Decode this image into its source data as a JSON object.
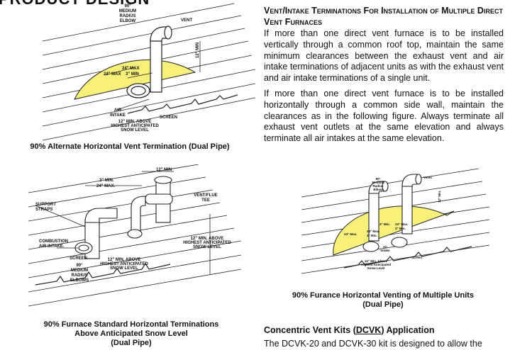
{
  "header_fragment": "PRODUCT DESIGN",
  "section": {
    "title": "Vent/Intake Terminations For Installation of Multiple Direct Vent Furnaces",
    "paragraph1": "If more than one direct vent furnace is to be installed vertically through a common roof top, maintain the same minimum clearances between the exhaust vent and air intake terminations of adjacent units as with the exhaust vent and air intake terminations of a single unit.",
    "paragraph2": "If more than one direct vent furnace is to be installed horizontally through a common side wall, maintain the clearances as in the following figure. Always terminate all exhaust vent outlets at the same elevation and always terminate all air intakes at the same elevation."
  },
  "figure1": {
    "caption": "90% Alternate Horizontal Vent Termination (Dual Pipe)",
    "labels": {
      "elbow": [
        "90°",
        "MEDIUM",
        "RADIUS",
        "ELBOW"
      ],
      "vent": "VENT",
      "min12": "12\" MIN",
      "max24": "24\" MAX",
      "max24b": "24\" MAX",
      "min3": "3\" MIN",
      "air_intake": [
        "AIR",
        "INTAKE"
      ],
      "screen": "SCREEN",
      "snow": [
        "12\" MIN. ABOVE",
        "HIGHEST ANTICIPATED",
        "SNOW LEVEL"
      ]
    }
  },
  "figure2": {
    "caption_line1": "90% Furnace Standard Horizontal Terminations",
    "caption_line2": "Above Anticipated Snow Level",
    "caption_line3": "(Dual Pipe)",
    "labels": {
      "min12": "12\" MIN",
      "min3": "3\" MIN.",
      "max24": "24\" MAX.",
      "straps": [
        "SUPPORT",
        "STRAPS"
      ],
      "tee": [
        "VENT/FLUE",
        "TEE"
      ],
      "combustion": [
        "COMBUSTION",
        "AIR INTAKE."
      ],
      "screen": "SCREEN",
      "elbows": [
        "90°",
        "MEDIUM",
        "RADIUS",
        "ELBOWS"
      ],
      "snow_mid": [
        "12\" MIN. ABOVE",
        "HIGHEST ANTICIPATED",
        "SNOW LEVEL"
      ],
      "snow_right": [
        "12\" MIN. ABOVE",
        "HIGHEST ANTICIPATED",
        "SNOW LEVEL"
      ]
    }
  },
  "figure3": {
    "caption_line1": "90% Furance Horizontal Venting of Multiple Units",
    "caption_line2": "(Dual Pipe)",
    "labels": {
      "elbow": [
        "90°",
        "Medium",
        "Radius",
        "Elbow"
      ],
      "vents": "Vents",
      "min12": "12\" Min.",
      "min3a": "3\" Min.",
      "max24a": "24\" Max.",
      "min3b": "3\" Min.",
      "max24b": "24\" Max.",
      "max24c": "24\" Max.",
      "min3c": "3\" Min.",
      "air_intake": [
        "Air",
        "Intake"
      ],
      "screen": "Screen",
      "snow": [
        "12\" Min. Above",
        "Highest Anticipated",
        "Snow Level"
      ]
    }
  },
  "concentric": {
    "title_before": "Concentric Vent Kits (",
    "title_link": "DCVK",
    "title_after": ") Application",
    "body": "The DCVK-20 and DCVK-30 kit is designed to allow the"
  }
}
